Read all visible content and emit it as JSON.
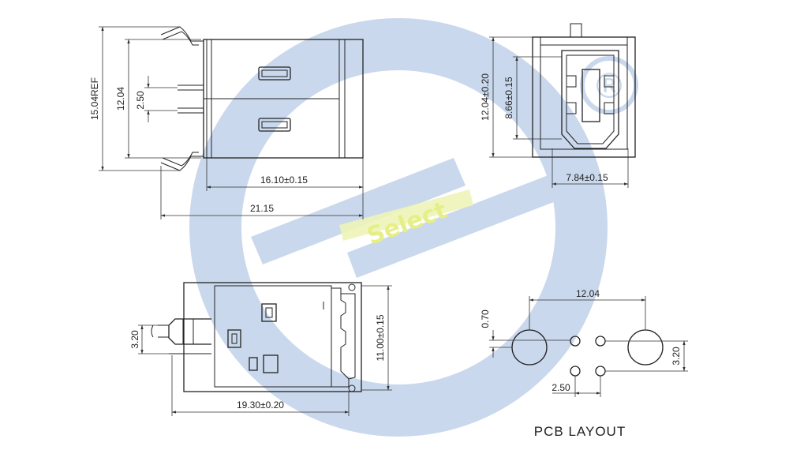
{
  "watermark": {
    "text": "Select",
    "circle_color": "#c9d8ec",
    "text_color": "#e6ef86",
    "registered_symbol": "®"
  },
  "side_view": {
    "dim_overall_height": "15.04REF",
    "dim_height": "12.04",
    "dim_pin_pitch": "2.50",
    "dim_body_length": "16.10±0.15",
    "dim_total_length": "21.15"
  },
  "front_view": {
    "dim_height": "12.04±0.20",
    "dim_inner_height": "8.66±0.15",
    "dim_width": "7.84±0.15"
  },
  "top_view": {
    "dim_pin_offset": "3.20",
    "dim_width": "11.00±0.15",
    "dim_length": "19.30±0.20"
  },
  "pcb_layout": {
    "caption": "PCB  LAYOUT",
    "dim_hole_spacing": "12.04",
    "dim_offset": "0.70",
    "dim_pin_pitch": "2.50",
    "dim_row_spacing": "3.20"
  }
}
